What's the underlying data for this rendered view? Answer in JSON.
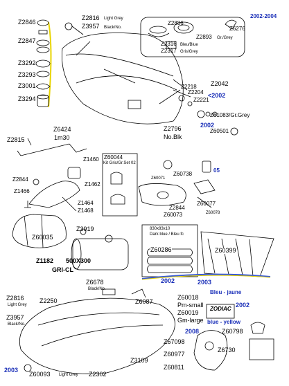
{
  "labels": {
    "z2846": "Z2846",
    "z2847": "Z2847",
    "z3292": "Z3292",
    "z3293": "Z3293",
    "z3001": "Z3001",
    "z3294": "Z3294",
    "z2816_top": "Z2816",
    "lightgrey_top": "Light Grey",
    "z3957_top": "Z3957",
    "blackno_top": "Black/No.",
    "z2886": "Z2886",
    "z6276": "Z6276",
    "z2316": "Z2316",
    "bleu_blue": "Bleu/Blue",
    "z2317": "Z2317",
    "gris_grey": "Gris/Grey",
    "z2893": "Z2893",
    "gr_grey": "Gr./Grey",
    "year_2002_2004": "2002-2004",
    "z2042": "Z2042",
    "z2218": "Z2218",
    "z2204": "Z2204",
    "z2221": "Z2221",
    "lt2002": "<2002",
    "z61083": "Z61083/Gr.Grey",
    "y2002_mid": "2002",
    "z60501": "Z60501",
    "z6424": "Z6424",
    "m1m30": "1m30",
    "z2815": "Z2815",
    "z2796": "Z2796",
    "noblk": "No.Blk",
    "z1460": "Z1460",
    "z60044": "Z60044",
    "kitgris": "Kit Gris/Gr.Set 02",
    "z60738": "Z60738",
    "y05": "05",
    "z2844": "Z2844",
    "z1466": "Z1466",
    "z1462": "Z1462",
    "z60071": "Z60071",
    "z1464": "Z1464",
    "z1468": "Z1468",
    "z2844b": "Z2844",
    "z60073": "Z60073",
    "z60077": "Z60077",
    "z60078": "Z60078",
    "z60035": "Z60035",
    "z3919": "Z3919",
    "z1182": "Z1182",
    "size500": "500X300",
    "gricl": "GRI-CL",
    "boxsize": "830x83x10",
    "boxsub": "Dark blue / Bleu fc",
    "z60286": "Z60286",
    "z60399": "Z60399",
    "y2002_low": "2002",
    "y2003_low": "2003",
    "z2816_bot": "Z2816",
    "lightgrey_bot": "Light Grey",
    "z3957_bot": "Z3957",
    "blackno_bot": "Black/No.",
    "z2250": "Z2250",
    "z6678": "Z6678",
    "blackno_mid": "Black/No.",
    "z6087": "Z6087",
    "z60018": "Z60018",
    "pmsmall": "Pm-small",
    "z60019": "Z60019",
    "gmlarge": "Gm-large",
    "bleujaune": "Bleu - jaune",
    "zodiac": "ZODIAC",
    "blueyellow": "blue - yellow",
    "y2002_right": "2002",
    "y2008": "2008",
    "z67098": "Z67098",
    "z60977": "Z60977",
    "z60811": "Z60811",
    "z60798": "Z60798",
    "z6730": "Z6730",
    "z3109": "Z3109",
    "y2003_bot": "2003",
    "z60093": "Z60093",
    "lightgrey_z60093": "Light Grey",
    "z2302": "Z2302"
  },
  "colors": {
    "blue_text": "#1a2fb8",
    "blue_line": "#3a5bd6",
    "yellow_line": "#e8d400"
  }
}
